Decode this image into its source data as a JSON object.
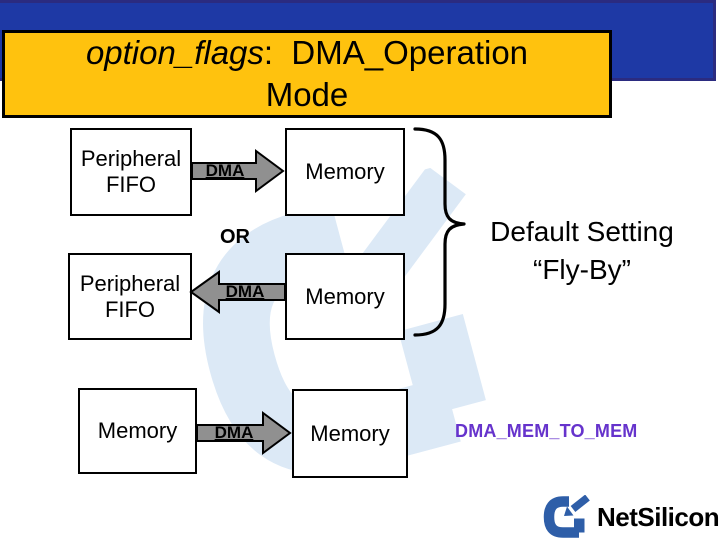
{
  "title": {
    "keyword": "option_flags",
    "after_keyword": ":  DMA_Operation",
    "line2": "Mode"
  },
  "diagram": {
    "rows": [
      {
        "source": "Peripheral FIFO",
        "arrow_label": "DMA",
        "arrow_direction": "right",
        "target": "Memory"
      },
      {
        "source": "Peripheral FIFO",
        "arrow_label": "DMA",
        "arrow_direction": "left",
        "target": "Memory"
      },
      {
        "source": "Memory",
        "arrow_label": "DMA",
        "arrow_direction": "right",
        "target": "Memory"
      }
    ],
    "or_label": "OR",
    "brace_note": {
      "line1": "Default Setting",
      "line2": "“Fly-By”"
    },
    "mem_to_mem_label": "DMA_MEM_TO_MEM"
  },
  "logo": {
    "name": "NetSilicon"
  },
  "colors": {
    "banner_blue": "#1e39a5",
    "banner_border": "#2b2b80",
    "title_gold": "#ffc20e",
    "arrow_gray": "#909090",
    "annotation_purple": "#6633cc",
    "logo_blue": "#2e5ea8",
    "watermark_blue": "#dce9f6"
  }
}
